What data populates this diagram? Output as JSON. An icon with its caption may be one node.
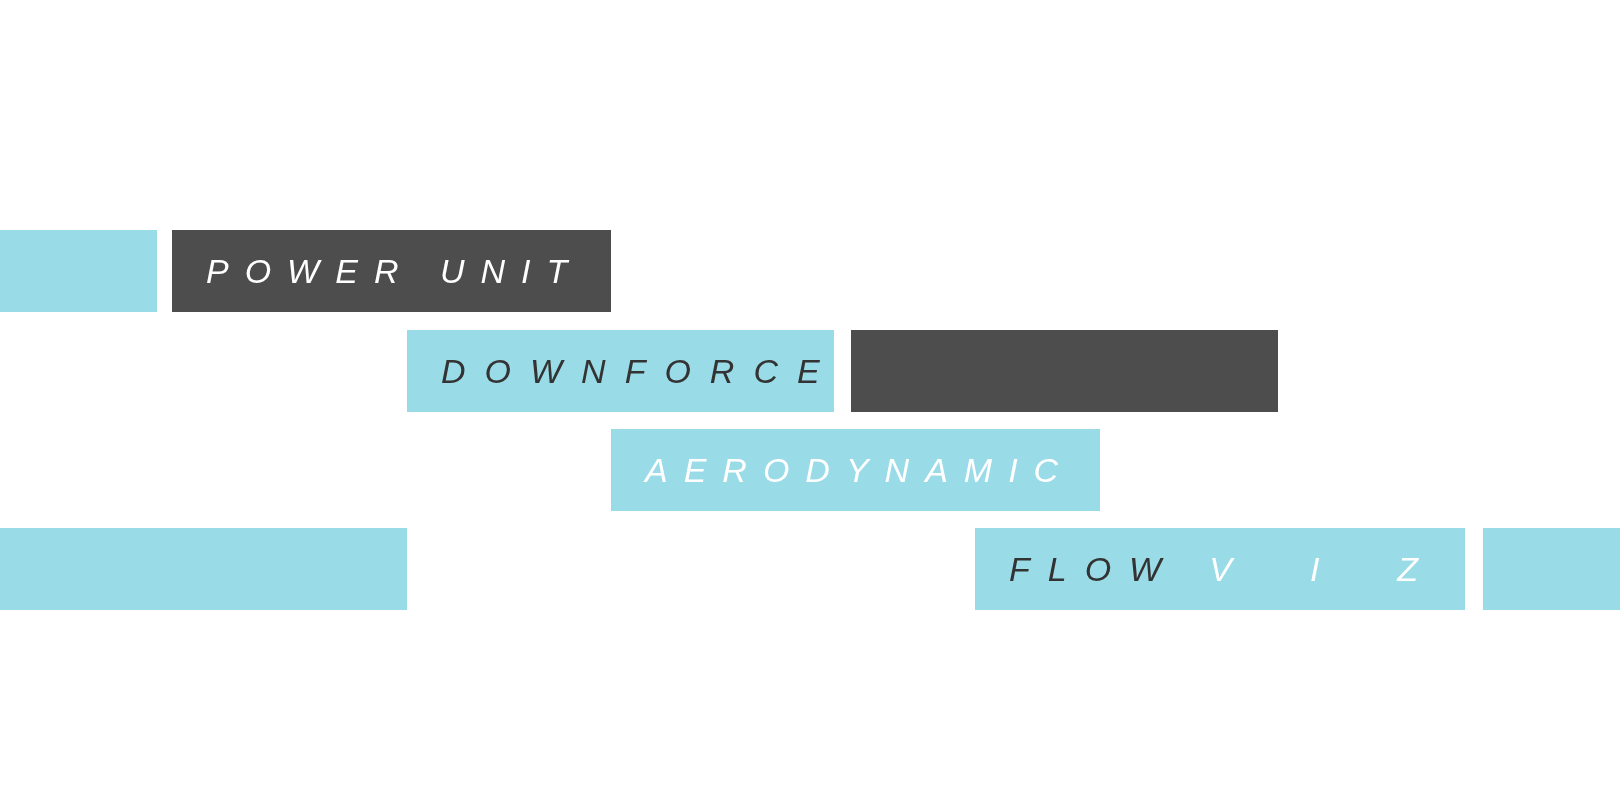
{
  "diagram": {
    "nodes": [
      {
        "text": [],
        "shape": "bar"
      },
      {
        "text": [
          "POWER UNIT"
        ]
      },
      {
        "text": [
          "DOWNFORCE"
        ]
      },
      {
        "text": [],
        "shape": "bar"
      },
      {
        "text": [
          "AERODYNAMIC"
        ]
      },
      {
        "text": [],
        "shape": "bar"
      },
      {
        "text": [
          "FLOW",
          "VIZ"
        ]
      },
      {
        "text": [],
        "shape": "bar"
      }
    ]
  }
}
